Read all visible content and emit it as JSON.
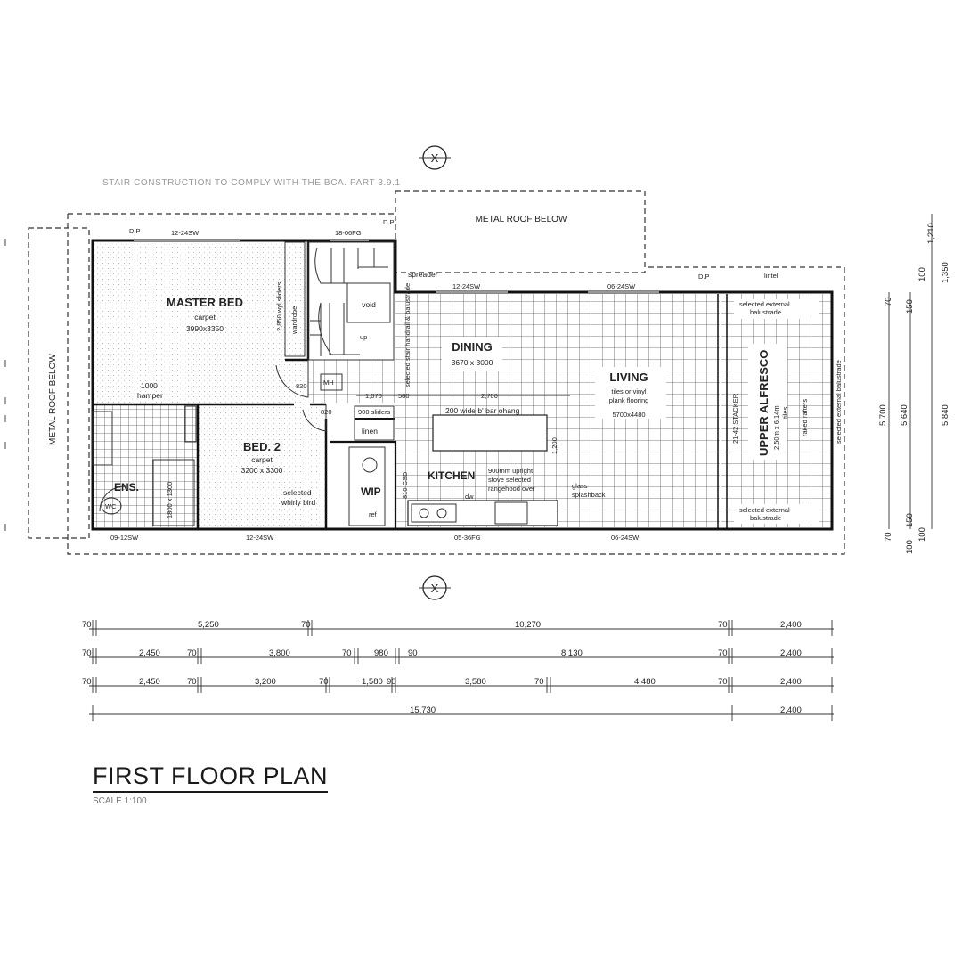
{
  "drawing": {
    "title": "FIRST FLOOR PLAN",
    "scale": "SCALE 1:100",
    "stair_note": "STAIR CONSTRUCTION TO COMPLY WITH THE BCA. PART 3.9.1",
    "grid_marker": "X",
    "roof_below_top": "METAL ROOF BELOW",
    "roof_below_left": "METAL ROOF BELOW"
  },
  "rooms": {
    "master_bed": {
      "name": "MASTER BED",
      "finish": "carpet",
      "size": "3990x3350"
    },
    "bed2": {
      "name": "BED. 2",
      "finish": "carpet",
      "size": "3200 x 3300"
    },
    "dining": {
      "name": "DINING",
      "size": "3670 x 3000"
    },
    "living": {
      "name": "LIVING",
      "finish1": "tiles or vinyl",
      "finish2": "plank flooring",
      "size": "5700x4480"
    },
    "kitchen": {
      "name": "KITCHEN",
      "dw": "dw"
    },
    "ens": {
      "name": "ENS."
    },
    "wip": {
      "name": "WIP"
    },
    "alfresco": {
      "name": "UPPER ALFRESCO",
      "size": "2.50m x 6.14m",
      "finish": "tiles",
      "raked": "raked rafters"
    }
  },
  "notes": {
    "wardrobe": "wardrobe",
    "sliders_2850": "2,850 wyl sliders",
    "void": "void",
    "hamper": "1000",
    "hamper_label": "hamper",
    "mh": "MH",
    "door_820a": "820",
    "door_820b": "820",
    "sliders_900": "900 sliders",
    "linen": "linen",
    "whirly": "selected",
    "whirly2": "whirly bird",
    "handrail": "selected stair handrail & balustrade",
    "spreader": "spreader",
    "bar": "200 wide b' bar ohang",
    "stove1": "900mm upright",
    "stove2": "stove selected",
    "stove3": "rangehood over",
    "glass1": "glass",
    "glass2": "splashback",
    "ref": "ref",
    "wc": "WC",
    "csd": "810 CSD",
    "dp1": "D.P",
    "dp2": "D.P",
    "dp3": "D.P",
    "lintel": "lintel",
    "balustrade_top1": "selected external",
    "balustrade_top2": "balustrade",
    "balustrade_bot1": "selected external",
    "balustrade_bot2": "balustrade",
    "balustrade_side": "selected external balustrade",
    "stacker": "21-42 STACKER",
    "up": "up",
    "stair_dims": "1,070",
    "stair_dim2": "580",
    "stair_dim3": "2,706",
    "ens_dims": "1800 x 1300",
    "pantry_h": "1,200"
  },
  "windows": {
    "w1": "12-24SW",
    "w2": "18-06FG",
    "w3": "12-24SW",
    "w4": "06-24SW",
    "w5": "09-12SW",
    "w6": "12-24SW",
    "w7": "05-36FG",
    "w8": "06-24SW"
  },
  "dimensions": {
    "row1": [
      "70",
      "5,250",
      "70",
      "10,270",
      "70",
      "2,400"
    ],
    "row2": [
      "70",
      "2,450",
      "70",
      "3,800",
      "70",
      "980",
      "90",
      "8,130",
      "70",
      "2,400"
    ],
    "row3": [
      "70",
      "2,450",
      "70",
      "3,200",
      "70",
      "1,580",
      "90",
      "3,580",
      "70",
      "4,480",
      "70",
      "2,400"
    ],
    "row4": [
      "15,730",
      "2,400"
    ],
    "right_col1": [
      "70",
      "150",
      "5,700",
      "150",
      "100",
      "70"
    ],
    "right_col2": [
      "100",
      "5,640",
      "100"
    ],
    "right_col3": [
      "1,210",
      "1,350",
      "5,840"
    ]
  }
}
